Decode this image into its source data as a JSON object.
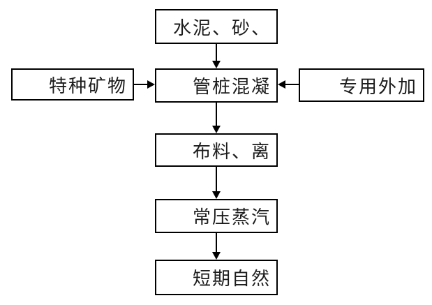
{
  "diagram": {
    "title": "pipe-pile-production-flowchart",
    "nodes": {
      "materials": {
        "label": "水泥、砂、"
      },
      "special_minerals": {
        "label": "特种矿物"
      },
      "pipe_pile_concrete": {
        "label": "管桩混凝"
      },
      "special_admixture": {
        "label": "专用外加"
      },
      "distribution": {
        "label": "布料、离"
      },
      "steam_curing": {
        "label": "常压蒸汽"
      },
      "natural_curing": {
        "label": "短期自然"
      }
    },
    "edges": [
      {
        "from": "materials",
        "to": "pipe_pile_concrete",
        "direction": "down"
      },
      {
        "from": "special_minerals",
        "to": "pipe_pile_concrete",
        "direction": "right"
      },
      {
        "from": "special_admixture",
        "to": "pipe_pile_concrete",
        "direction": "left"
      },
      {
        "from": "pipe_pile_concrete",
        "to": "distribution",
        "direction": "down"
      },
      {
        "from": "distribution",
        "to": "steam_curing",
        "direction": "down"
      },
      {
        "from": "steam_curing",
        "to": "natural_curing",
        "direction": "down"
      }
    ],
    "colors": {
      "background": "#ffffff",
      "border": "#000000",
      "text": "#1c1c1c"
    }
  }
}
